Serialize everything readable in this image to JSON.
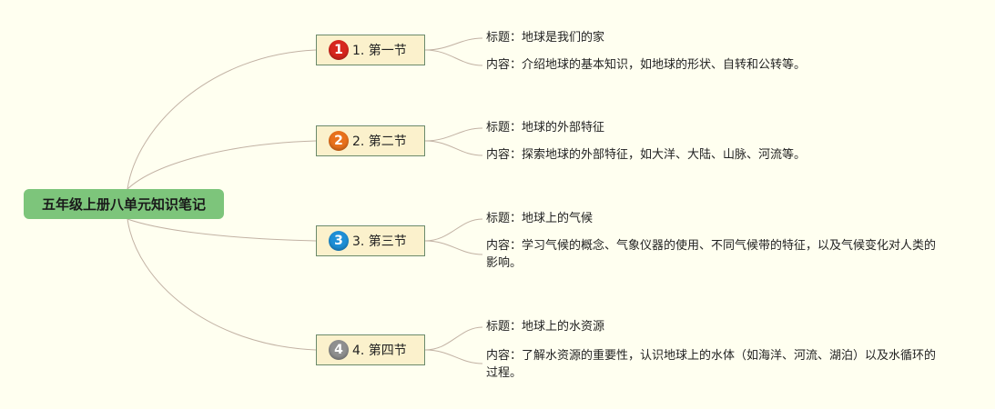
{
  "root": {
    "label": "五年级上册八单元知识笔记"
  },
  "sections": [
    {
      "number": "1",
      "label": "1. 第一节",
      "badge_color": "#d7261e",
      "title": "标题：地球是我们的家",
      "content": "内容：介绍地球的基本知识，如地球的形状、自转和公转等。"
    },
    {
      "number": "2",
      "label": "2. 第二节",
      "badge_color": "#e8711c",
      "title": "标题：地球的外部特征",
      "content": "内容：探索地球的外部特征，如大洋、大陆、山脉、河流等。"
    },
    {
      "number": "3",
      "label": "3. 第三节",
      "badge_color": "#1e8fd6",
      "title": "标题：地球上的气候",
      "content": "内容：学习气候的概念、气象仪器的使用、不同气候带的特征，以及气候变化对人类的影响。"
    },
    {
      "number": "4",
      "label": "4. 第四节",
      "badge_color": "#8f8f8f",
      "title": "标题：地球上的水资源",
      "content": "内容：了解水资源的重要性，认识地球上的水体（如海洋、河流、湖泊）以及水循环的过程。"
    }
  ],
  "colors": {
    "background": "#fffff0",
    "root_fill": "#7dc57b",
    "section_fill": "#fbf1cc",
    "section_border": "#6b8a6b",
    "link": "#c2b2a4"
  }
}
